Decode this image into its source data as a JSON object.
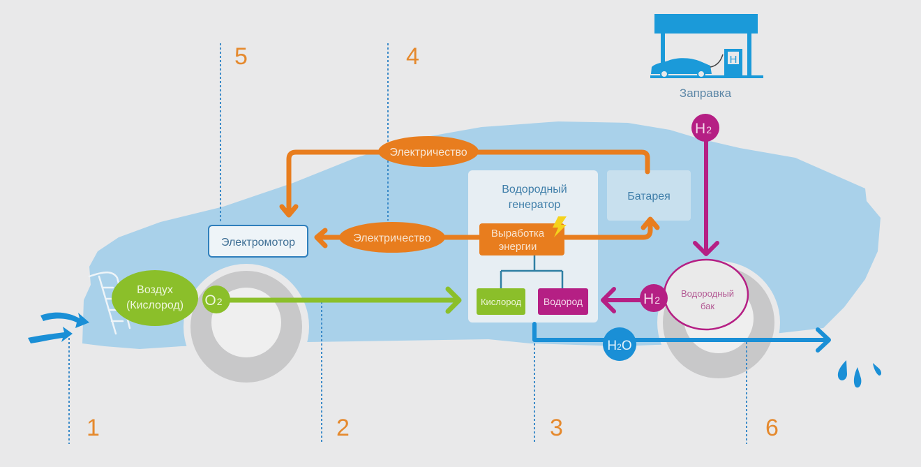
{
  "colors": {
    "background": "#e9e9ea",
    "car_body": "#a9d1ea",
    "wheel": "#c8c8c9",
    "wheel_rim": "#f0f0f0",
    "orange": "#e87d1e",
    "green": "#8bbf2a",
    "magenta": "#b51f84",
    "blue": "#1a8fd6",
    "station_blue": "#1b9ad9",
    "panel": "#e7eef3",
    "text_blue": "#3f7ea9",
    "number_orange": "#e5892d",
    "dotted_line": "#3e8cc9"
  },
  "station": {
    "label": "Заправка",
    "pump_letter": "H"
  },
  "numbers": {
    "n1": "1",
    "n2": "2",
    "n3": "3",
    "n4": "4",
    "n5": "5",
    "n6": "6"
  },
  "nodes": {
    "motor": "Электромотор",
    "electricity_top": "Электричество",
    "electricity_mid": "Электричество",
    "generator_title_line1": "Водородный",
    "generator_title_line2": "генератор",
    "power_line1": "Выработка",
    "power_line2": "энергии",
    "battery": "Батарея",
    "oxygen": "Кислород",
    "hydrogen": "Водород",
    "air_line1": "Воздух",
    "air_line2": "(Кислород)",
    "o2": "O",
    "o2_sub": "2",
    "h2_top": "H",
    "h2_top_sub": "2",
    "h2_side": "H",
    "h2_side_sub": "2",
    "tank_line1": "Водородный",
    "tank_line2": "бак",
    "h2o_h": "H",
    "h2o_sub": "2",
    "h2o_o": "O"
  }
}
